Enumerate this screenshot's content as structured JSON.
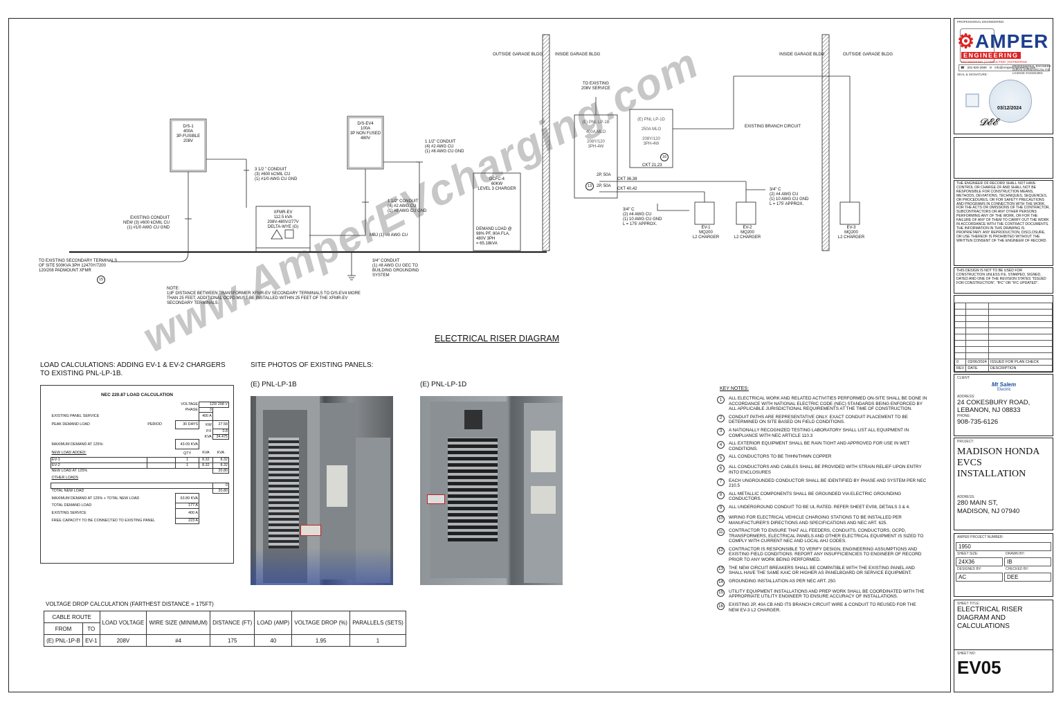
{
  "diagram": {
    "title": "ELECTRICAL RISER DIAGRAM",
    "labels": {
      "outside1": "OUTSIDE GARAGE BLDG",
      "inside1": "INSIDE GARAGE BLDG",
      "inside2": "INSIDE GARAGE BLDG",
      "outside2": "OUTSIDE GARAGE BLDG",
      "to_existing": "TO EXISTING\n208V SERVICE",
      "ds1": "D/S-1\n400A\n3P-FUSIBLE\n208V",
      "dsev4": "D/S-EV4\n100A\n3P NON FUSED\n480V",
      "cond1": "3 1/2 \" CONDUIT\n(3) #600 kCMIL CU\n(1) #1/0 AWG CU GND",
      "cond2": "1 1/2\" CONDUIT\n(4) #2 AWG CU\n(1) #8 AWG CU GND",
      "cond3": "1 1/2\" CONDUIT\n(4) #2 AWG CU\n(1) #8 AWG CU GND",
      "existing_conduit": "EXISTING CONDUIT\nNEW (3) #600 kCMIL CU\n(1) #1/0 AWG CU GND",
      "xfmr": "XFMR-EV\n112.5 kVA\n208V-480V/277V\nDELTA-WYE (G)",
      "mbj": "MBJ (1) #8 AWG CU",
      "gec": "3/4\" CONDUIT\n(1) #8 AWG CU GEC TO\nBUILDING GROUNDING\nSYSTEM",
      "to_secondary": "TO EXISTING SECONDARY TERMINALS\nOF SITE 500KVA 3PH 12470Y/7200\n120/208 PADMOUNT XFMR",
      "dcfc": "DCFC-4\n60KW\nLEVEL 3 CHARGER",
      "demand": "DEMAND LOAD @\n98% PF, 80A FLA,\n480V 3PH\n= 65.18kVA",
      "lp1b": "(E) PNL LP-1B\n\n400A MLO\n\n208Y/120\n3PH-4W",
      "lp1d": "(E) PNL LP-1D\n\n250A MLO\n\n208Y/120\n3PH-4W",
      "ckt2123": "CKT 21,23",
      "branch": "EXISTING BRANCH CIRCUIT",
      "cb1": "2P, 50A",
      "cb2": "2P, 50A",
      "ckt3638": "CKT 36,38",
      "ckt4042": "CKT 40,42",
      "feed1": "3/4\" C\n(2) #4 AWG CU\n(1) 10 AWG CU GND\nL = 175' APPROX.",
      "feed2": "3/4\" C\n(2) #4 AWG CU\n(1) 10 AWG CU GND\nL = 175' APPROX.",
      "ev1": "EV-1\nMQ200\nL2 CHARGER",
      "ev2": "EV-2\nMQ200\nL2 CHARGER",
      "ev3": "EV-3\nMQ200\nL2 CHARGER",
      "tag13": "13",
      "tag15": "15",
      "tag16": "16",
      "note": "NOTE:\n1)IF DISTANCE BETWEEN TRANSFORMER XFMR-EV SECONDARY TERMINALS TO D/S-EV4 MORE\nTHAN 25 FEET, ADDITIONAL OCPD MUST BE INSTALLED WITHIN 25 FEET OF THE XFMR-EV\nSECONDARY TERMINALS."
    }
  },
  "load_calc": {
    "heading": "LOAD CALCULATIONS: ADDING EV-1 & EV-2 CHARGERS TO EXISTING PNL-LP-1B.",
    "table_title": "NEC 220.87 LOAD CALCULATION",
    "voltage_label": "VOLTAGE",
    "voltage": "120/ 208 V",
    "phase_label": "PHASE",
    "phase": "3",
    "service_label": "EXISTING PANEL SERVICE",
    "service": "400 A",
    "peak_label": "PEAK DEMAND LOAD",
    "period_label": "PERIOD",
    "period": "30 DAYS",
    "kw_label": "KW",
    "kw": "27.58",
    "pf_label": "P.F",
    "pf": "0.8",
    "kva_label": "KVA",
    "kva": "34.475",
    "max125_label": "MAXIMUM DEMAND AT 125%:",
    "max125": "43.09 KVA",
    "newload_label": "NEW LOAD ADDED:",
    "qty_h": "QTY",
    "kva_h": "KVA",
    "kva_h2": "KVA",
    "ev1": {
      "name": "EV-1",
      "qty": "1",
      "kva": "8.32",
      "total": "8.32"
    },
    "ev2": {
      "name": "EV-2",
      "qty": "1",
      "kva": "8.32",
      "total": "8.32"
    },
    "newload125_label": "NEW LOAD AT 125%",
    "newload125": "20.80",
    "other_label": "OTHER LOADS",
    "other": "0",
    "total_new_label": "TOTAL NEW LOAD",
    "total_new": "20.80",
    "maxplus_label": "MAXIMUM DEMAND AT 125% + TOTAL NEW LOAD",
    "maxplus": "63.89 KVA",
    "total_demand_label": "TOTAL DEMAND LOAD",
    "total_demand": "177 A",
    "exist_service_label": "EXISTING SERVICE",
    "exist_service": "400 A",
    "free_label": "FREE CAPACITY TO BE CONNECTED TO EXISTING PANEL",
    "free": "223 A"
  },
  "photos": {
    "heading": "SITE PHOTOS OF EXISTING PANELS:",
    "p1": "(E) PNL-LP-1B",
    "p2": "(E) PNL-LP-1D"
  },
  "voltage_drop": {
    "heading": "VOLTAGE DROP CALCULATION (FARTHEST DISTANCE = 175FT)",
    "cable_route": "CABLE ROUTE",
    "from": "FROM",
    "to": "TO",
    "load_voltage": "LOAD VOLTAGE",
    "wire_size": "WIRE SIZE (MINIMUM)",
    "distance": "DISTANCE (FT)",
    "load_amp": "LOAD (AMP)",
    "vdrop": "VOLTAGE DROP (%)",
    "parallels": "PARALLELS (SETS)",
    "row": {
      "from": "(E) PNL-1P-B",
      "to": "EV-1",
      "voltage": "208V",
      "wire": "#4",
      "dist": "175",
      "amp": "40",
      "drop": "1.95",
      "par": "1"
    }
  },
  "key_notes": {
    "heading": "KEY NOTES:",
    "items": [
      {
        "n": "1",
        "t": "ALL ELECTRICAL WORK AND RELATED ACTIVITIES PERFORMED ON-SITE SHALL BE DONE IN ACCORDANCE WITH NATIONAL ELECTRIC CODE (NEC) STANDARDS BEING ENFORCED BY ALL APPLICABLE JURISDICTIONAL REQUIREMENTS AT THE TIME OF CONSTRUCTION."
      },
      {
        "n": "2",
        "t": "CONDUIT PATHS ARE REPRESENTATIVE ONLY. EXACT CONDUIT PLACEMENT TO BE DETERMINED ON SITE BASED ON FIELD CONDITIONS."
      },
      {
        "n": "3",
        "t": "A NATIONALLY RECOGNIZED TESTING LABORATORY SHALL LIST ALL EQUIPMENT IN COMPLIANCE WITH NEC ARTICLE 110.3"
      },
      {
        "n": "4",
        "t": "ALL EXTERIOR EQUIPMENT SHALL BE RAIN TIGHT AND APPROVED FOR USE IN WET CONDITIONS."
      },
      {
        "n": "5",
        "t": "ALL CONDUCTORS TO BE THHN/THWN COPPER"
      },
      {
        "n": "6",
        "t": "ALL CONDUCTORS AND CABLES SHALL BE PROVIDED WITH STRAIN RELIEF UPON ENTRY INTO ENCLOSURES"
      },
      {
        "n": "7",
        "t": "EACH UNGROUNDED CONDUCTOR SHALL BE IDENTIFIED BY PHASE AND SYSTEM PER NEC 210.5"
      },
      {
        "n": "8",
        "t": "ALL METALLIC COMPONENTS SHALL BE GROUNDED VIA ELECTRIC GROUNDING CONDUCTORS."
      },
      {
        "n": "9",
        "t": "ALL UNDERGROUND CONDUIT TO BE UL RATED. REFER SHEET EV08, DETAILS 3 & 4."
      },
      {
        "n": "10",
        "t": "WIRING FOR ELECTRICAL VEHICLE CHARGING STATIONS TO BE INSTALLED PER MANUFACTURER'S DIRECTIONS AND SPECIFICATIONS AND NEC ART. 625."
      },
      {
        "n": "11",
        "t": "CONTRACTOR TO ENSURE THAT ALL FEEDERS, CONDUITS, CONDUCTORS, OCPD, TRANSFORMERS, ELECTRICAL PANELS AND OTHER ELECTRICAL EQUIPMENT IS SIZED TO COMPLY WITH CURRENT NEC AND LOCAL AHJ CODES."
      },
      {
        "n": "12",
        "t": "CONTRACTOR IS RESPONSIBLE TO VERIFY DESIGN, ENGINEERING ASSUMPTIONS AND EXISTING FIELD CONDITIONS. REPORT ANY INSUFFICIENCIES TO ENGINEER OF RECORD PRIOR TO ANY WORK BEING PERFORMED."
      },
      {
        "n": "13",
        "t": "THE NEW CIRCUIT BREAKERS SHALL BE COMPATIBLE WITH THE EXISTING PANEL AND SHALL HAVE THE SAME KAIC OR HIGHER AS PANELBOARD OR SERVICE EQUIPMENT."
      },
      {
        "n": "14",
        "t": "GROUNDING INSTALLATION AS PER NEC ART. 250."
      },
      {
        "n": "15",
        "t": "UTILITY EQUIPMENT INSTALLATIONS AND PREP WORK SHALL BE COORDINATED WITH THE APPROPRIATE UTILITY ENGINEER TO ENSURE ACCURACY OF INSTALLATIONS."
      },
      {
        "n": "16",
        "t": "EXISTING 2P, 40A CB AND ITS BRANCH CIRCUIT WIRE & CONDUIT TO REUSED FOR THE NEW EV-3 L2 CHARGER."
      }
    ]
  },
  "watermark": "www.AmperEVcharging.com",
  "title_block": {
    "pe_label": "PROFESSIONAL ENGINEERING",
    "logo_main": "AMPER",
    "logo_sub": "ENGINEERING",
    "logo_tag": "ENGINEERING | CONSULTING | ESTIMATING",
    "phone": "201-920-2699",
    "email": "info@AmperEngineering.com",
    "seal_label": "SEAL & SIGNATURE:",
    "pe_info": "PROFESSIONAL ENGINEER:\nDURAK EVRIM ERCAN, P.E.\nLICENSE #24GE54902",
    "stamp_date": "03/12/2024",
    "disclaimer1": "THE ENGINEER OF RECORD SHALL NOT HAVE CONTROL OR CHARGE OF AND SHALL NOT BE RESPONSIBLE FOR CONSTRUCTION MEANS, METHODS, DEVIATIONS, TECHNIQUES, SEQUENCES, OR PROCEDURES, OR FOR SAFETY PRECAUTIONS AND PROGRAMS IN CONNECTION WITH THE WORK, FOR THE ACTS OR OMISSIONS OF THE CONTRACTOR, SUBCONTRACTORS OR ANY OTHER PERSONS PERFORMING ANY OF THE WORK, OR FOR THE FAILURE OF ANY OF THEM TO CARRY OUT THE WORK IN ACCORDANCE WITH THE CONTRACT DOCUMENTS.\nTHE INFORMATION IN THIS DRAWING IS PROPRIETARY. ANY REPRODUCTION, DISCLOSURE, OR USE THEREOF IS PROHIBITED WITHOUT THE WRITTEN CONSENT OF THE ENGINEER OF RECORD.",
    "disclaimer2": "THIS DESIGN IS NOT TO BE USED FOR CONSTRUCTION UNLESS P.E. STAMPED, SIGNED, DATED AND ONE OF THE REVISION STATES \"ISSUED FOR CONSTRUCTION\", \"IFC\" OR \"IFC UPDATED\".",
    "rev": {
      "no": "0",
      "date": "03/06/2024",
      "desc": "ISSUED FOR PLAN CHECK",
      "h_rev": "REV",
      "h_date": "DATE",
      "h_desc": "DESCRIPTION"
    },
    "client_label": "CLIENT:",
    "client_logo": "Mt Salem",
    "client_logo_sub": "Electric",
    "address_label": "ADDRESS:",
    "client_address": "24 COKESBURY ROAD, LEBANON, NJ 08833",
    "phone_label": "PHONE:",
    "client_phone": "908-735-6126",
    "project_label": "PROJECT:",
    "project_name": "MADISON HONDA EVCS INSTALLATION",
    "project_address": "280 MAIN ST, MADISON, NJ 07940",
    "proj_num_label": "AMPER PROJECT NUMBER:",
    "proj_num": "1950",
    "sheet_size_label": "SHEET SIZE:",
    "sheet_size": "24X36",
    "drawn_label": "DRAWN BY:",
    "drawn": "IB",
    "designed_label": "DESIGNED BY:",
    "designed": "AC",
    "checked_label": "CHECKED BY:",
    "checked": "DEE",
    "sheet_title_label": "SHEET TITLE:",
    "sheet_title": "ELECTRICAL RISER DIAGRAM AND CALCULATIONS",
    "sheet_no_label": "SHEET NO:",
    "sheet_no": "EV05"
  }
}
